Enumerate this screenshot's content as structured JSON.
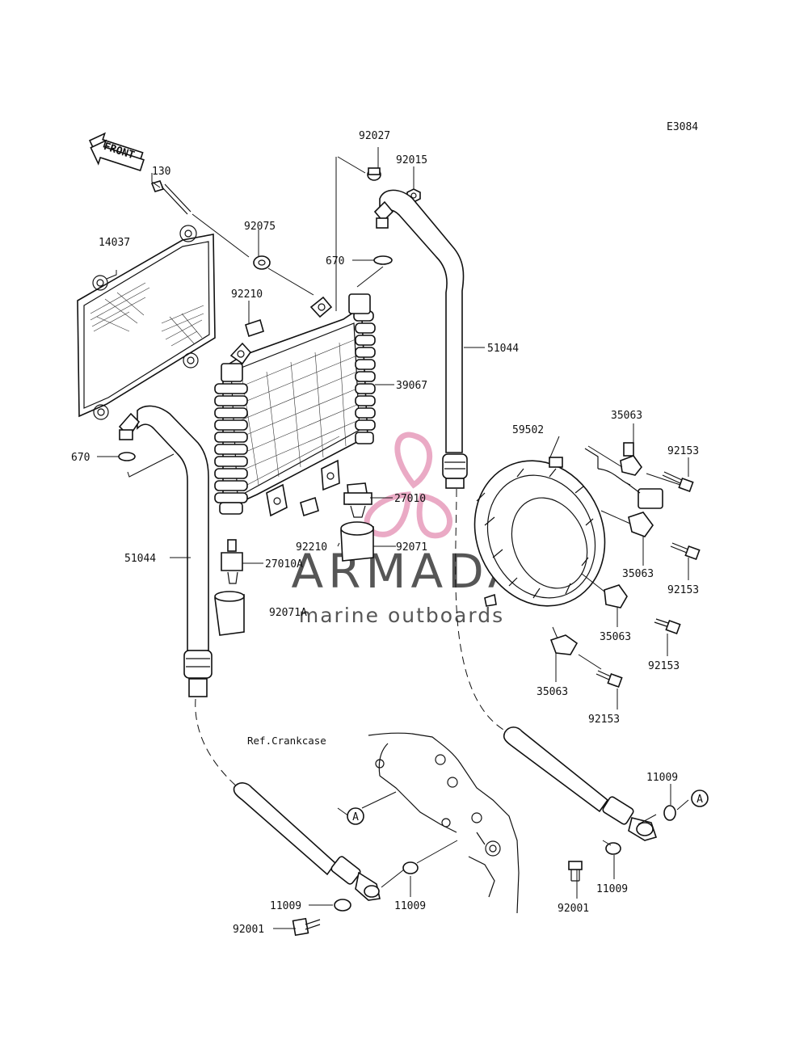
{
  "diagram_code": "E3084",
  "front_label": "FRONT",
  "ref_text": "Ref.Crankcase",
  "watermark": {
    "brand": "ARMADA",
    "tagline": "marine outboards",
    "color": "#e8a1bf"
  },
  "callouts": {
    "c130": "130",
    "c14037": "14037",
    "c92075": "92075",
    "c92027": "92027",
    "c92015": "92015",
    "c670_top": "670",
    "c92210_top": "92210",
    "c51044_right": "51044",
    "c39067": "39067",
    "c670_left": "670",
    "c59502": "59502",
    "c35063_a": "35063",
    "c92153_a": "92153",
    "c27010": "27010",
    "c92210_mid": "92210",
    "c92071": "92071",
    "c51044_left": "51044",
    "c27010A": "27010A",
    "c92071A": "92071A",
    "c35063_b": "35063",
    "c92153_b": "92153",
    "c35063_c": "35063",
    "c92153_c": "92153",
    "c35063_d": "35063",
    "c92153_d": "92153",
    "c11009_r1": "11009",
    "cA_right": "A",
    "cA_left": "A",
    "c11009_r2": "11009",
    "c92001_right": "92001",
    "c11009_l1": "11009",
    "c11009_l2": "11009",
    "c92001_left": "92001"
  }
}
